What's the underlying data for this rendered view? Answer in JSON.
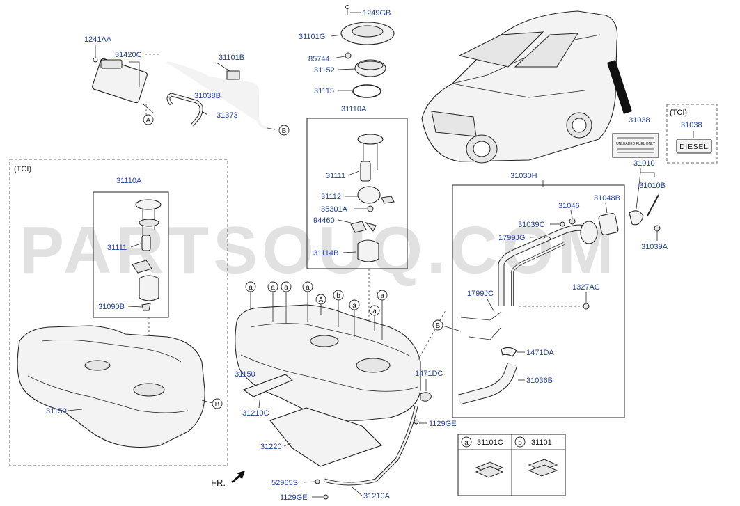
{
  "watermark": "PARTSOUQ.COM",
  "groups": {
    "tci_left": "(TCI)",
    "tci_right": "(TCI)"
  },
  "labels": {
    "p1241AA": "1241AA",
    "p31420C": "31420C",
    "p31101B": "31101B",
    "p31038B": "31038B",
    "p31373": "31373",
    "p1249GB": "1249GB",
    "p31101G": "31101G",
    "p85744": "85744",
    "p31152": "31152",
    "p31115": "31115",
    "p31110A_top": "31110A",
    "p31111_mid": "31111",
    "p31112": "31112",
    "p35301A": "35301A",
    "p94460": "94460",
    "p31114B": "31114B",
    "p31110A_left": "31110A",
    "p31111_left": "31111",
    "p31090B": "31090B",
    "p31150_left": "31150",
    "p31150_mid": "31150",
    "p31210C": "31210C",
    "p31220": "31220",
    "p52965S": "52965S",
    "p1129GE_bot": "1129GE",
    "p31210A": "31210A",
    "p1129GE_right": "1129GE",
    "p1471DC": "1471DC",
    "p31030H": "31030H",
    "p31046": "31046",
    "p31048B": "31048B",
    "p31039C": "31039C",
    "p1799JG": "1799JG",
    "p1799JC": "1799JC",
    "p1327AC": "1327AC",
    "p1471DA": "1471DA",
    "p31036B": "31036B",
    "p31038_car": "31038",
    "p31038_tci": "31038",
    "p31010": "31010",
    "p31010B": "31010B",
    "p31039A": "31039A",
    "fr": "FR."
  },
  "markers": {
    "a": "a",
    "b": "b",
    "A": "A",
    "B": "B"
  },
  "fuel_label": {
    "lines": [
      "UNLEADED FUEL ONLY"
    ]
  },
  "diesel_label": "DIESEL",
  "legend": [
    {
      "marker": "a",
      "part": "31101C"
    },
    {
      "marker": "b",
      "part": "31101"
    }
  ]
}
